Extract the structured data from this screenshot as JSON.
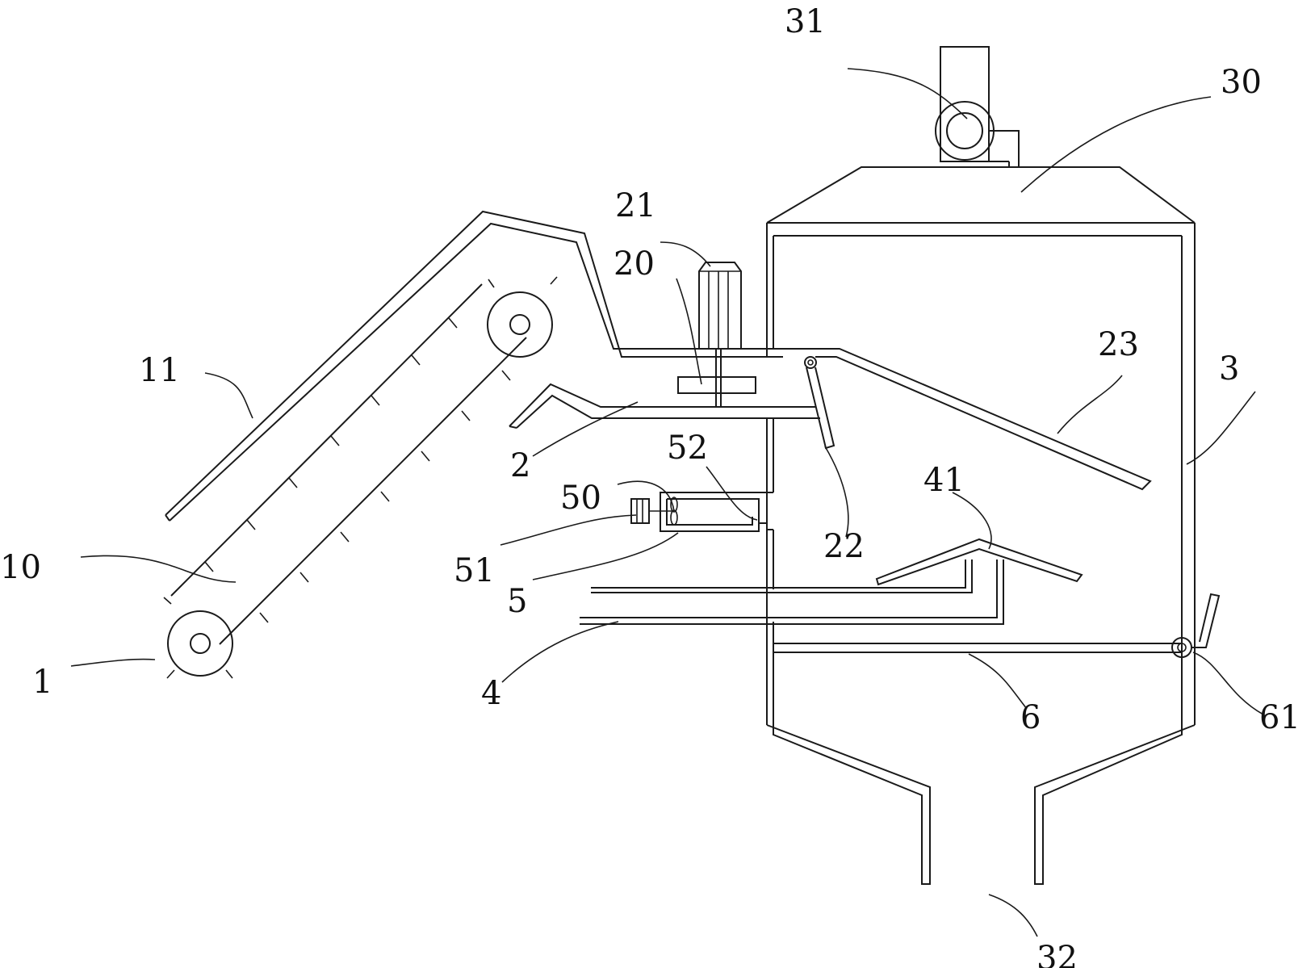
{
  "labels": {
    "l1": "1",
    "l10": "10",
    "l11": "11",
    "l2": "2",
    "l20": "20",
    "l21": "21",
    "l22": "22",
    "l23": "23",
    "l3": "3",
    "l30": "30",
    "l31": "31",
    "l32": "32",
    "l4": "4",
    "l41": "41",
    "l5": "5",
    "l50": "50",
    "l51": "51",
    "l52": "52",
    "l6": "6",
    "l61": "61"
  },
  "colors": {
    "line": "#1a1a1a",
    "text": "#111111",
    "background": "#ffffff"
  }
}
